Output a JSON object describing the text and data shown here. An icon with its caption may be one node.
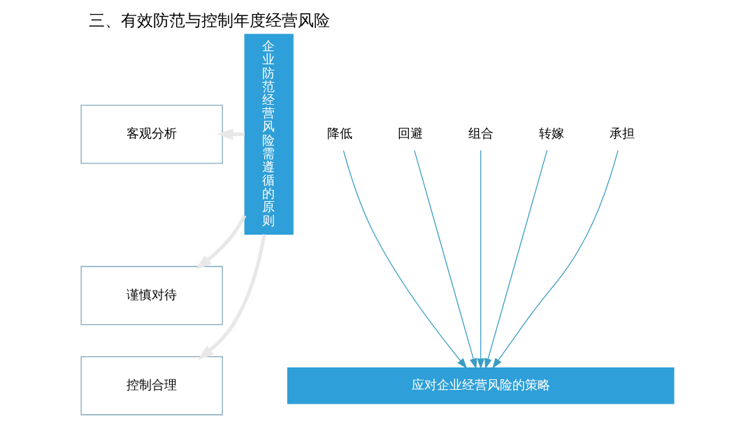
{
  "diagram": {
    "title": "三、有效防范与控制年度经营风险",
    "nodes": [
      {
        "text": [
          "客观分析"
        ]
      },
      {
        "text": [
          "谨慎对待"
        ]
      },
      {
        "text": [
          "控制合理"
        ]
      },
      {
        "text": [
          "企业防范经营风险需遵循的原则"
        ]
      },
      {
        "text": [
          "降低"
        ]
      },
      {
        "text": [
          "回避"
        ]
      },
      {
        "text": [
          "组合"
        ]
      },
      {
        "text": [
          "转嫁"
        ]
      },
      {
        "text": [
          "承担"
        ]
      },
      {
        "text": [
          "应对企业经营风险的策略"
        ]
      }
    ],
    "edges": [
      {
        "from": 4,
        "to": 9,
        "arrow": "to"
      },
      {
        "from": 5,
        "to": 9,
        "arrow": "to"
      },
      {
        "from": 6,
        "to": 9,
        "arrow": "to"
      },
      {
        "from": 7,
        "to": 9,
        "arrow": "to"
      },
      {
        "from": 8,
        "to": 9,
        "arrow": "to"
      },
      {
        "from": 3,
        "to": 0,
        "arrow": "to",
        "color": "#e8e8e8",
        "style": "thick"
      },
      {
        "from": 3,
        "to": 1,
        "arrow": "to",
        "color": "#e8e8e8",
        "style": "thick"
      },
      {
        "from": 3,
        "to": 2,
        "arrow": "to",
        "color": "#e8e8e8",
        "style": "thick"
      }
    ]
  }
}
